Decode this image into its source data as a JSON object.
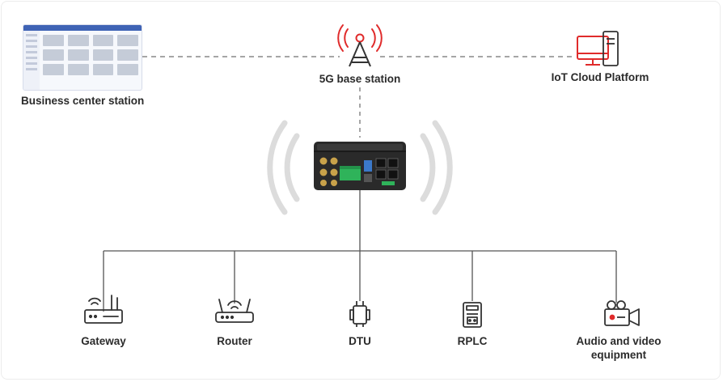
{
  "top": {
    "business": {
      "label": "Business center station"
    },
    "base_station": {
      "label": "5G base station"
    },
    "cloud": {
      "label": "IoT Cloud Platform"
    }
  },
  "devices": [
    {
      "label": "Gateway",
      "icon": "gateway-icon"
    },
    {
      "label": "Router",
      "icon": "router-icon"
    },
    {
      "label": "DTU",
      "icon": "dtu-icon"
    },
    {
      "label": "RPLC",
      "icon": "rplc-icon"
    },
    {
      "label": "Audio and video",
      "label2": "equipment",
      "icon": "camera-icon"
    }
  ],
  "colors": {
    "accent": "#e02b2b",
    "line": "#555555",
    "dash": "#888888",
    "signal": "#dcdcdc",
    "device_body": "#2a2a2a",
    "terminal": "#2fb35a"
  }
}
